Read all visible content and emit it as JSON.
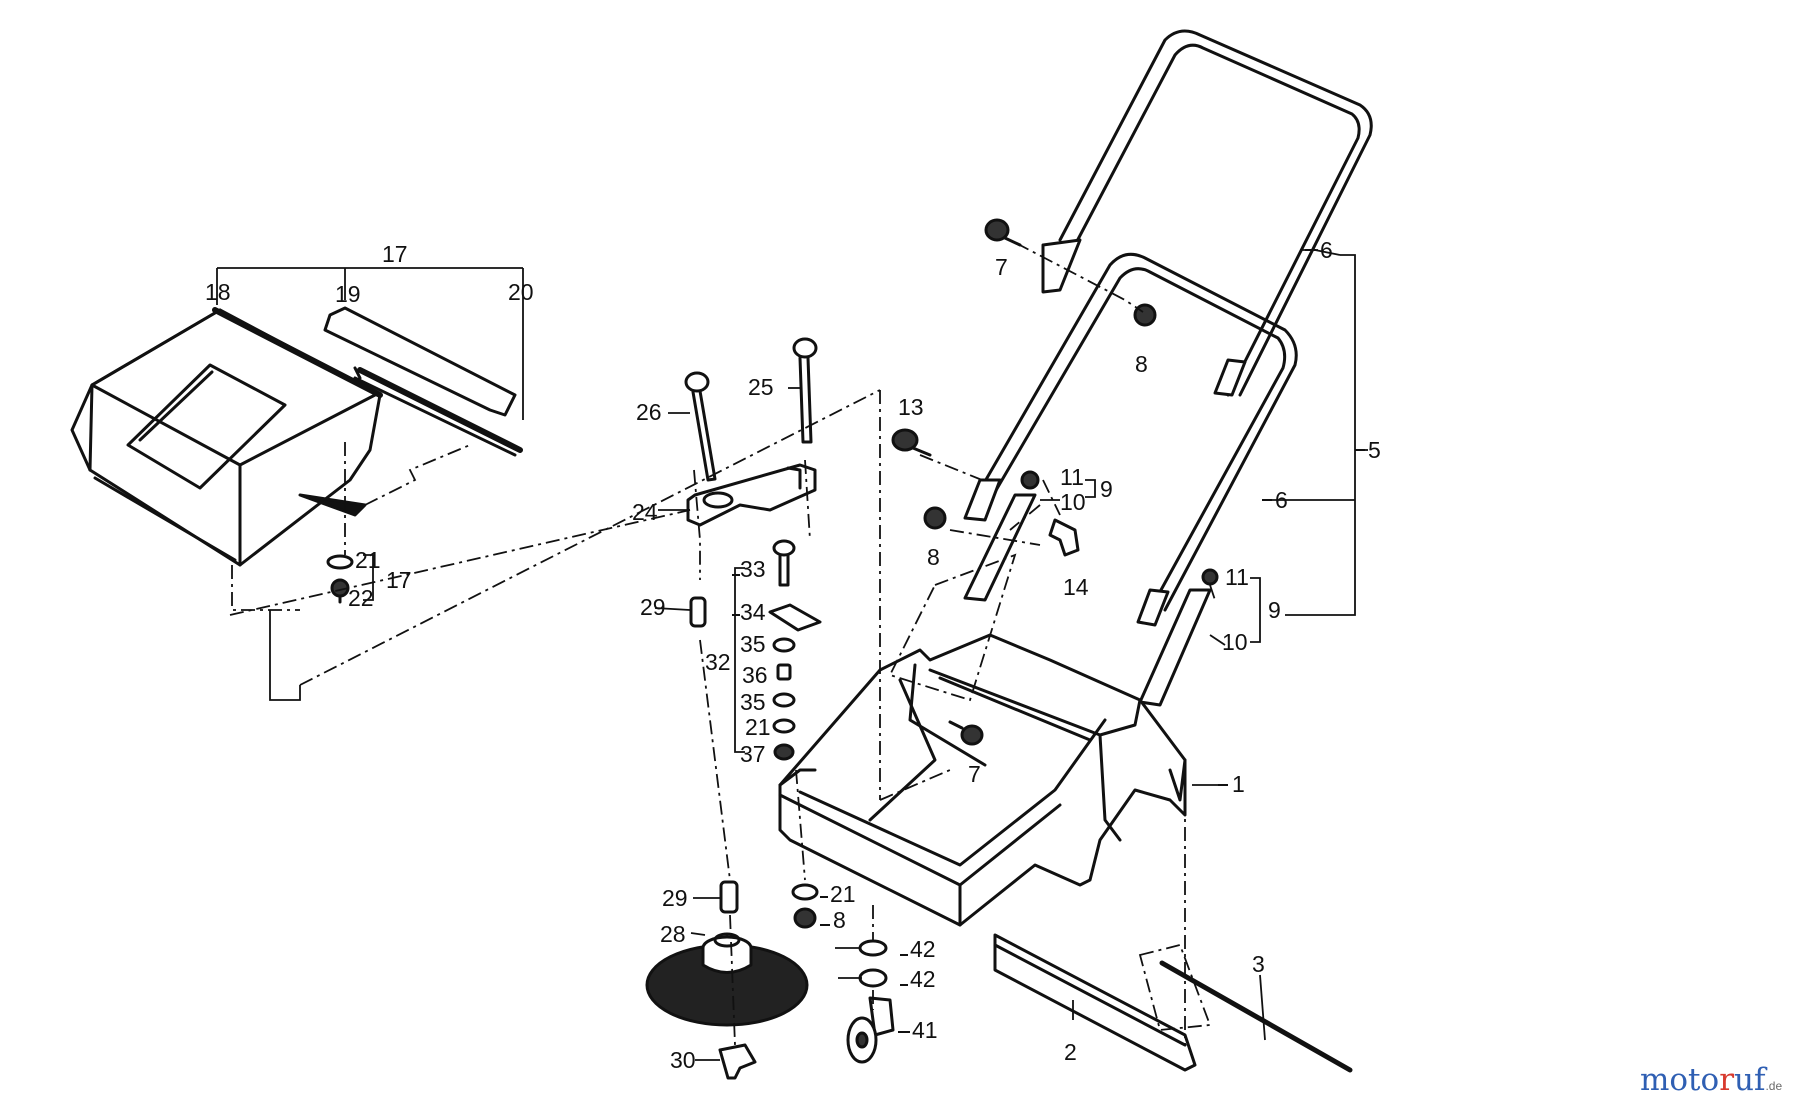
{
  "labels": {
    "l1": "1",
    "l2": "2",
    "l3": "3",
    "l5": "5",
    "l6a": "6",
    "l6b": "6",
    "l7a": "7",
    "l7b": "7",
    "l8a": "8",
    "l8b": "8",
    "l8c": "8",
    "l9a": "9",
    "l9b": "9",
    "l10a": "10",
    "l10b": "10",
    "l11a": "11",
    "l11b": "11",
    "l13": "13",
    "l14": "14",
    "l17a": "17",
    "l17b": "17",
    "l18": "18",
    "l19": "19",
    "l20": "20",
    "l21a": "21",
    "l21b": "21",
    "l21c": "21",
    "l22": "22",
    "l24": "24",
    "l25": "25",
    "l26": "26",
    "l28": "28",
    "l29a": "29",
    "l29b": "29",
    "l30": "30",
    "l32": "32",
    "l33": "33",
    "l34": "34",
    "l35a": "35",
    "l35b": "35",
    "l36": "36",
    "l37": "37",
    "l41": "41",
    "l42a": "42",
    "l42b": "42"
  },
  "brand": {
    "part1": "moto",
    "part2": "r",
    "part3": "uf",
    "part4": ".de"
  }
}
